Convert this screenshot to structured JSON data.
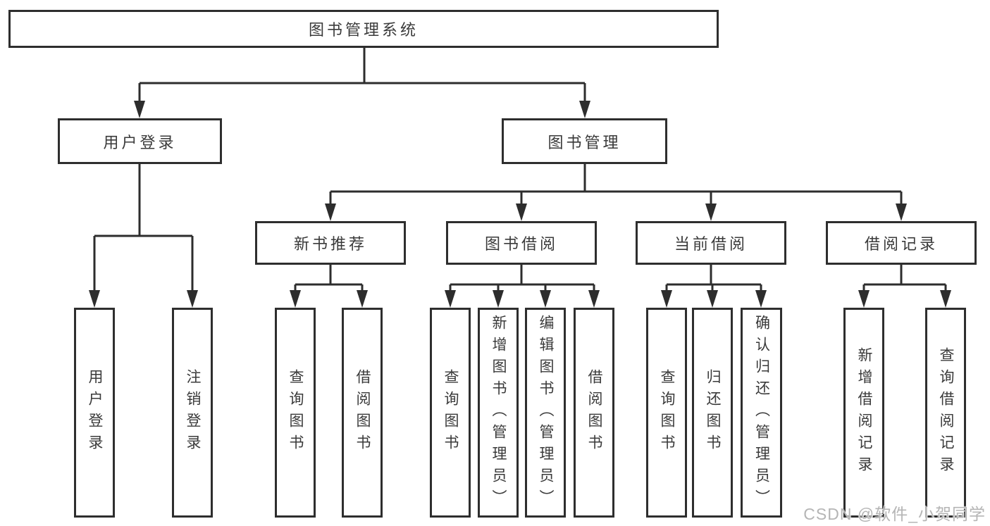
{
  "colors": {
    "line": "#2d2d2d",
    "node_border": "#2e2e2e",
    "node_text": "#3a3a3a",
    "background": "#ffffff",
    "watermark_text": "#b5b5b5"
  },
  "root": {
    "label": "图书管理系统"
  },
  "level2": [
    {
      "label": "用户登录"
    },
    {
      "label": "图书管理"
    }
  ],
  "level3": [
    {
      "label": "新书推荐"
    },
    {
      "label": "图书借阅"
    },
    {
      "label": "当前借阅"
    },
    {
      "label": "借阅记录"
    }
  ],
  "leaves": {
    "user_login": [
      "用户登录",
      "注销登录"
    ],
    "new_book": [
      "查询图书",
      "借阅图书"
    ],
    "borrow": [
      "查询图书",
      "新增图书（管理员）",
      "编辑图书（管理员）",
      "借阅图书"
    ],
    "current": [
      "查询图书",
      "归还图书",
      "确认归还（管理员）"
    ],
    "records": [
      "新增借阅记录",
      "查询借阅记录"
    ]
  },
  "watermark": "CSDN @软件_小贺同学"
}
